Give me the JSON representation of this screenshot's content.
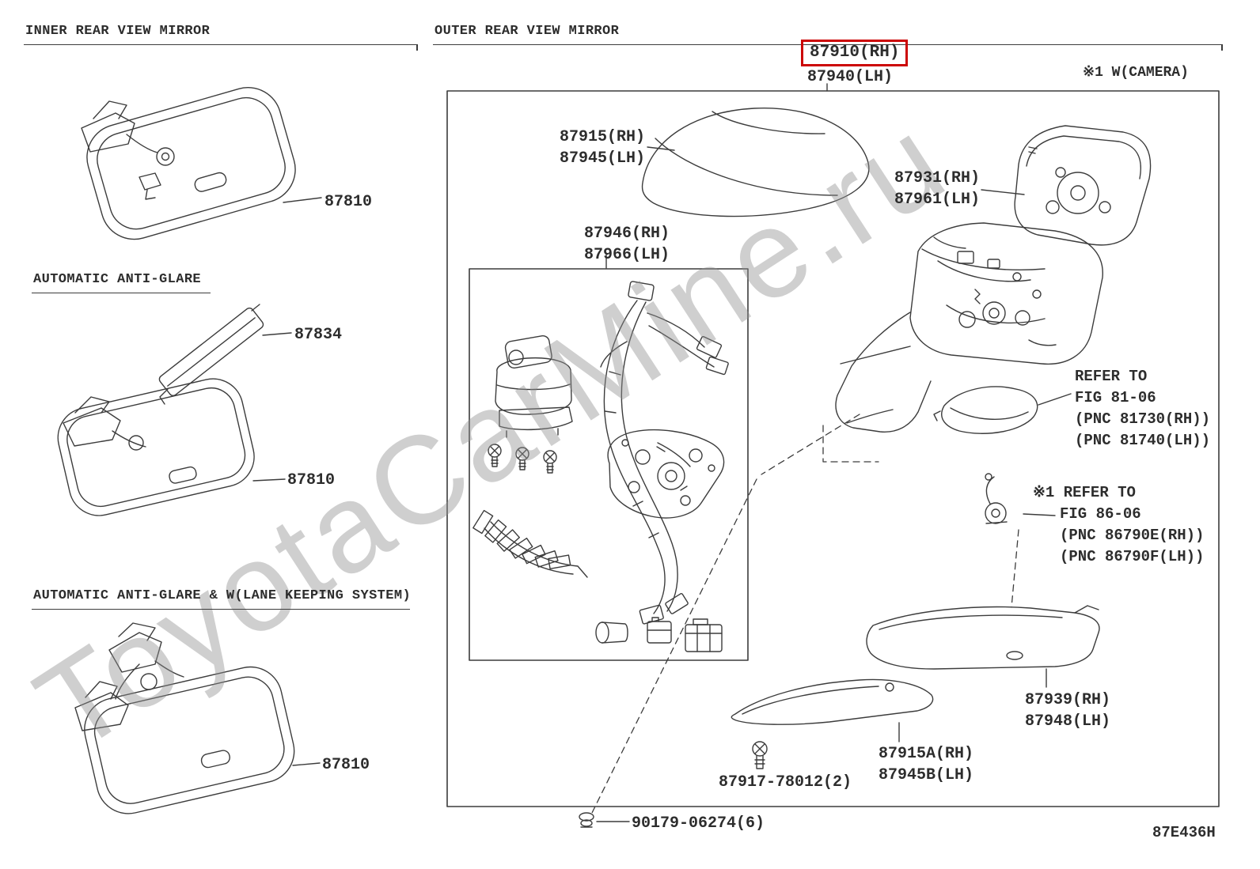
{
  "watermark": "ToyotaCarMine.ru",
  "diagram_code": "87E436H",
  "colors": {
    "line": "#3c3c3c",
    "text": "#2d2d2d",
    "highlight": "#cc0505",
    "watermark": "#8f8f8f"
  },
  "inner_section": {
    "title": "INNER REAR VIEW MIRROR",
    "standard_mirror": "87810",
    "anti_glare": {
      "title": "AUTOMATIC ANTI-GLARE",
      "cover": "87834",
      "mirror": "87810"
    },
    "lane_keeping": {
      "title": "AUTOMATIC ANTI-GLARE & W(LANE KEEPING SYSTEM)",
      "mirror": "87810"
    }
  },
  "outer_section": {
    "title": "OUTER REAR VIEW MIRROR",
    "camera_note": "※1 W(CAMERA)",
    "assembly": {
      "rh": "87910(RH)",
      "lh": "87940(LH)"
    },
    "mirror_cover": {
      "rh": "87915(RH)",
      "lh": "87945(LH)"
    },
    "mirror_glass": {
      "rh": "87931(RH)",
      "lh": "87961(LH)"
    },
    "actuator_kit": {
      "rh": "87946(RH)",
      "lh": "87966(LH)"
    },
    "turn_signal_ref": [
      "REFER TO",
      "FIG 81-06",
      "(PNC 81730(RH))",
      "(PNC 81740(LH))"
    ],
    "camera_ref": [
      "※1 REFER TO",
      "FIG 86-06",
      "(PNC 86790E(RH))",
      "(PNC 86790F(LH))"
    ],
    "lower_cover": {
      "rh": "87939(RH)",
      "lh": "87948(LH)"
    },
    "lower_trim": {
      "rh": "87915A(RH)",
      "lh": "87945B(LH)"
    },
    "screw": "87917-78012(2)",
    "clip": "90179-06274(6)"
  }
}
